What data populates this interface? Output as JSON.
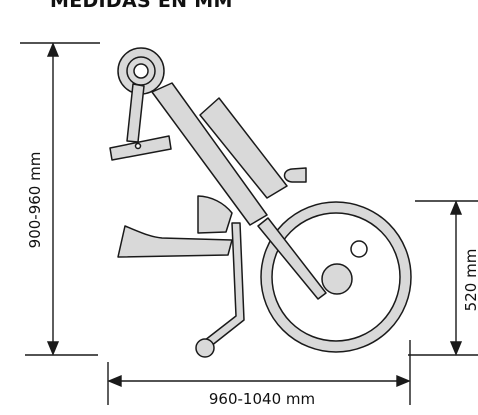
{
  "title": "MEDIDAS EN MM",
  "dimensions": {
    "height_label": "900-960 mm",
    "length_label": "960-1040 mm",
    "wheel_height_label": "520 mm"
  },
  "colors": {
    "part_fill": "#d9d9d9",
    "stroke": "#1a1a1a",
    "background": "#ffffff"
  }
}
